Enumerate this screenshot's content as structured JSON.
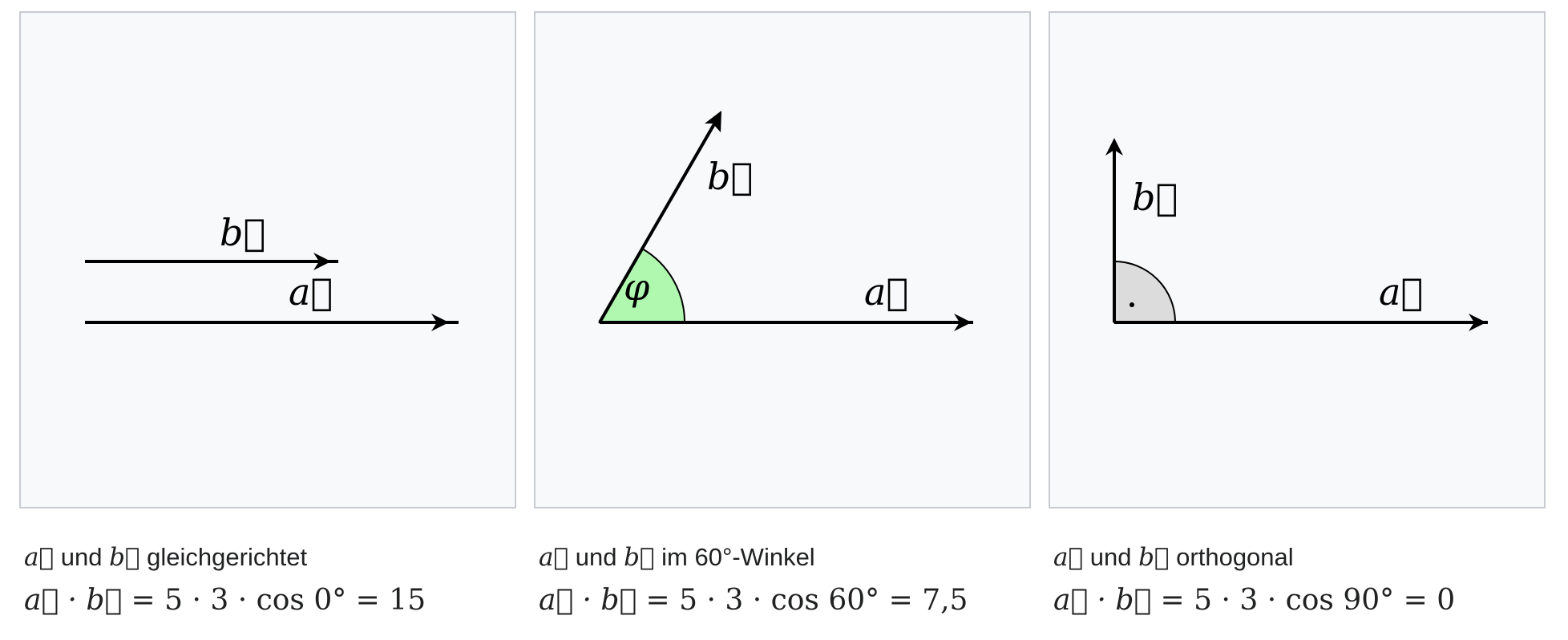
{
  "panels": [
    {
      "vec_a_label": "a⃗",
      "vec_b_label": "b⃗",
      "caption": {
        "a": "a⃗",
        "und": "und",
        "b": "b⃗",
        "relation": "gleichgerichtet",
        "formula_lhs": "a⃗ · b⃗",
        "formula_rhs": "= 5 · 3 · cos 0° = 15"
      }
    },
    {
      "vec_a_label": "a⃗",
      "vec_b_label": "b⃗",
      "angle_label": "φ",
      "colors": {
        "angle_fill": "#b0f7b0"
      },
      "caption": {
        "a": "a⃗",
        "und": "und",
        "b": "b⃗",
        "relation": "im 60°-Winkel",
        "formula_lhs": "a⃗ · b⃗",
        "formula_rhs": "= 5 · 3 · cos 60° = 7,5"
      }
    },
    {
      "vec_a_label": "a⃗",
      "vec_b_label": "b⃗",
      "right_angle_mark": "·",
      "colors": {
        "angle_fill": "#dcdcdc"
      },
      "caption": {
        "a": "a⃗",
        "und": "und",
        "b": "b⃗",
        "relation": "orthogonal",
        "formula_lhs": "a⃗ · b⃗",
        "formula_rhs": "= 5 · 3 · cos 90° = 0"
      }
    }
  ]
}
